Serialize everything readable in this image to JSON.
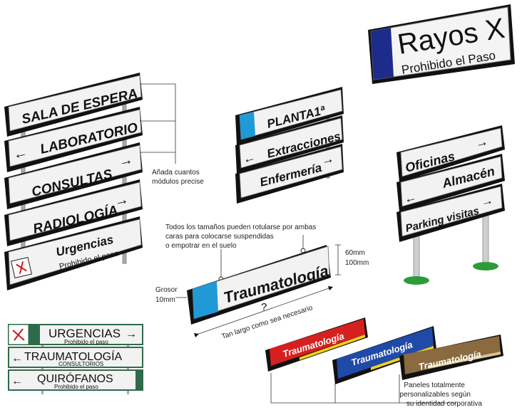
{
  "colors": {
    "panel": "#f2f2f2",
    "edge": "#111111",
    "rayos_accent": "#1d2c8a",
    "planta_accent": "#1f9ad6",
    "trauma_accent": "#1f9ad6",
    "red_panel": "#d62020",
    "red_stripe": "#f7d21b",
    "blue_panel": "#1f4aa8",
    "blue_stripe": "#f7d21b",
    "brown_panel": "#8a6a3f",
    "brown_stripe": "#d8c48f",
    "green_tab": "#2e6b4a",
    "grass": "#2d9b3a"
  },
  "rayos": {
    "title": "Rayos X",
    "subtitle": "Prohibido el Paso"
  },
  "stack1": {
    "sign1": "SALA DE ESPERA",
    "sign2": "LABORATORIO",
    "sign3": "CONSULTAS",
    "sign4": "RADIOLOGÍA",
    "sign5_title": "Urgencias",
    "sign5_sub": "Prohibido el paso"
  },
  "note_modules": {
    "line1": "Añada cuantos",
    "line2": "módulos precise"
  },
  "stack2": {
    "sign1": "PLANTA1ª",
    "sign2": "Extracciones",
    "sign3": "Enfermería"
  },
  "stack3": {
    "sign1": "Oficinas",
    "sign2": "Almacén",
    "sign3": "Parking visitas"
  },
  "note_sizes": {
    "line1": "Todos los tamaños pueden rotularse por ambas",
    "line2": "caras para colocarse suspendidas",
    "line3": "o empotrar en el suelo"
  },
  "trauma": {
    "label": "Traumatología",
    "height1": "60mm",
    "height2": "100mm",
    "thickness1": "Grosor",
    "thickness2": "10mm",
    "question": "?",
    "length": "Tan largo como sea necesario"
  },
  "green_stack": {
    "sign1": "URGENCIAS",
    "sign1_sub": "Prohibido el paso",
    "sign2": "TRAUMATOLOGÍA",
    "sign2_sub": "CONSULTORIOS",
    "sign3": "QUIRÓFANOS",
    "sign3_sub": "Prohibido el paso"
  },
  "color_panels": {
    "red": "Traumatología",
    "blue": "Traumatología",
    "brown": "Traumatología"
  },
  "note_panels": {
    "line1": "Paneles totalmente",
    "line2": "personalizables según",
    "line3": "su identidad corporativa"
  }
}
